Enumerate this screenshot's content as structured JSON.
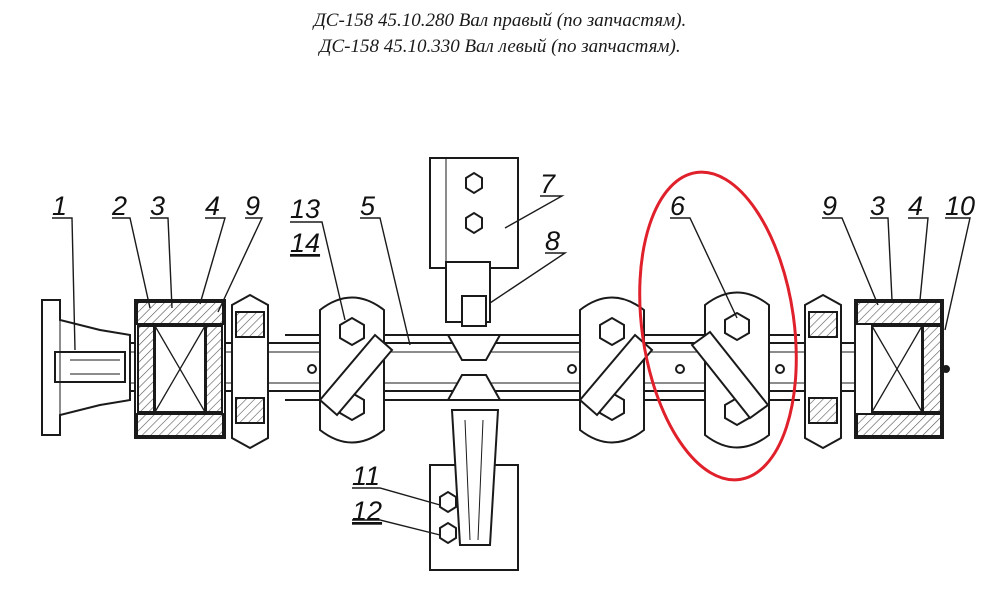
{
  "title": {
    "line1": "ДС-158 45.10.280 Вал правый (по запчастям).",
    "line2": "ДС-158 45.10.330 Вал левый  (по запчастям)."
  },
  "labels": {
    "p1": "1",
    "p2": "2",
    "p3a": "3",
    "p4a": "4",
    "p9a": "9",
    "p13": "13",
    "p14": "14",
    "p5": "5",
    "p7": "7",
    "p8": "8",
    "p6": "6",
    "p9b": "9",
    "p3b": "3",
    "p4b": "4",
    "p10": "10",
    "p11": "11",
    "p12": "12"
  },
  "highlight": {
    "color": "#e0202a",
    "target": "6"
  },
  "colors": {
    "line": "#1a1a1a",
    "hatch": "#555555"
  }
}
